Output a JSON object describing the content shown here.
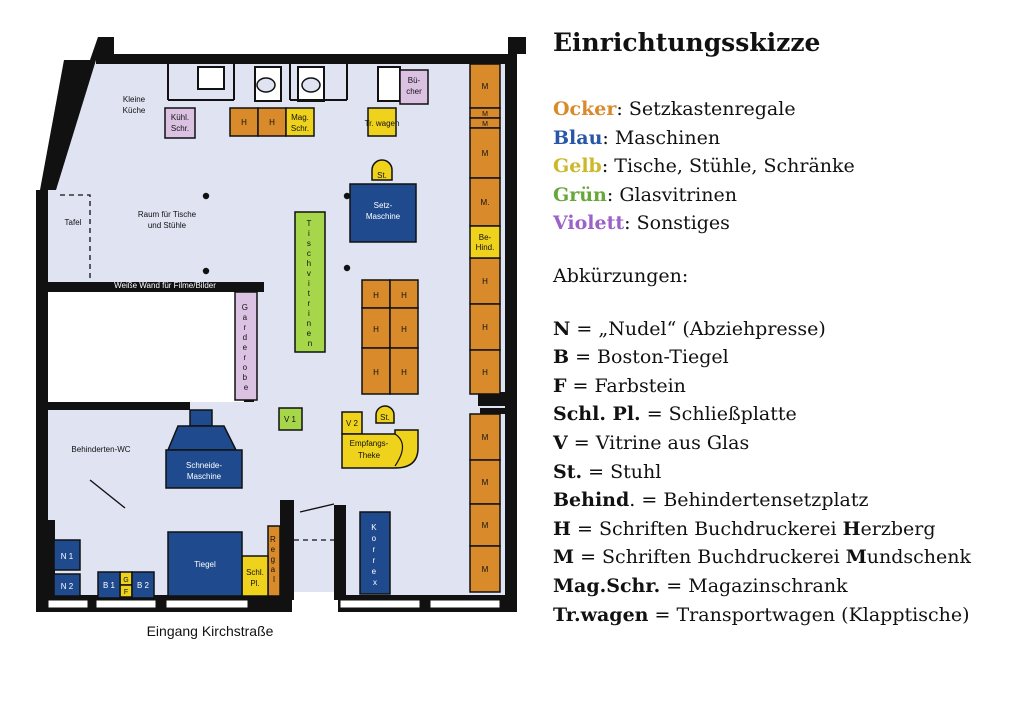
{
  "title": "Einrichtungsskizze",
  "colors": {
    "ocker": "#d98a2b",
    "blau": "#1f4b8e",
    "gelb": "#efd21c",
    "gruen": "#a6d64a",
    "violett": "#dcc2e2",
    "floor": "#dfe3f2",
    "wall": "#111111"
  },
  "legend": [
    {
      "word": "Ocker",
      "rest": ": Setzkastenregale",
      "color": "#d98a2b"
    },
    {
      "word": "Blau",
      "rest": ": Maschinen",
      "color": "#2a56a8"
    },
    {
      "word": "Gelb",
      "rest": ": Tische, Stühle, Schränke",
      "color": "#cdb82a"
    },
    {
      "word": "Grün",
      "rest": ": Glasvitrinen",
      "color": "#68a83a"
    },
    {
      "word": "Violett",
      "rest": ": Sonstiges",
      "color": "#9b62c8"
    }
  ],
  "abbrev_heading": "Abkürzungen:",
  "abbreviations": {
    "n": {
      "key": "N",
      "rest": " = „Nudel“ (Abziehpresse)"
    },
    "b": {
      "key": "B",
      "rest": " = Boston-Tiegel"
    },
    "f": {
      "key": "F",
      "rest": " = Farbstein"
    },
    "schl": {
      "key": "Schl. Pl.",
      "rest": " = Schließplatte"
    },
    "v": {
      "key": "V",
      "rest": " = Vitrine aus Glas"
    },
    "st": {
      "key": "St.",
      "rest": " = Stuhl"
    },
    "behind": {
      "key": "Behind",
      "rest": ". = Behindertensetzplatz"
    },
    "h": {
      "pre": " = Schriften Buchdruckerei ",
      "key": "H",
      "rest": "erzberg"
    },
    "m": {
      "pre": " = Schriften Buchdruckerei ",
      "key": "M",
      "rest": "undschenk"
    },
    "mag": {
      "key": "Mag.Schr.",
      "rest": " = Magazinschrank"
    },
    "tr": {
      "key": "Tr.wagen",
      "rest": " =  Transportwagen (Klapptische)"
    }
  },
  "plan": {
    "kleine_kueche": [
      "Kleine",
      "Küche"
    ],
    "kuehl": [
      "Kühl.",
      "Schr."
    ],
    "h_label": "H",
    "m_label": "M",
    "mag_schr": [
      "Mag.",
      "Schr."
    ],
    "tr_wagen": "Tr. wagen",
    "buecher": [
      "Bü-",
      "cher"
    ],
    "tafel": "Tafel",
    "raum": [
      "Raum für Tische",
      "und Stühle"
    ],
    "weisse_wand": "Weiße Wand für Filme/Bilder",
    "st": "St.",
    "setz_maschine": [
      "Setz-",
      "Maschine"
    ],
    "tischvitrinen": [
      "T",
      "i",
      "s",
      "c",
      "h",
      "v",
      "i",
      "t",
      "r",
      "i",
      "n",
      "e",
      "n"
    ],
    "m_dot": "M.",
    "behind": [
      "Be-",
      "Hind."
    ],
    "garderobe": [
      "G",
      "a",
      "r",
      "d",
      "e",
      "r",
      "o",
      "b",
      "e"
    ],
    "v1": "V 1",
    "v2": "V 2",
    "empfang": [
      "Empfangs-",
      "Theke"
    ],
    "behinderten_wc": "Behinderten-WC",
    "schneide": [
      "Schneide-",
      "Maschine"
    ],
    "n1": "N 1",
    "n2": "N 2",
    "b1": "B 1",
    "b2": "B 2",
    "g": "G",
    "f": "F",
    "tiegel": "Tiegel",
    "schl_pl": [
      "Schl.",
      "Pl."
    ],
    "regal": [
      "R",
      "e",
      "g",
      "a",
      "l"
    ],
    "korrex": [
      "K",
      "o",
      "r",
      "r",
      "e",
      "x"
    ],
    "eingang": "Eingang Kirchstraße"
  }
}
